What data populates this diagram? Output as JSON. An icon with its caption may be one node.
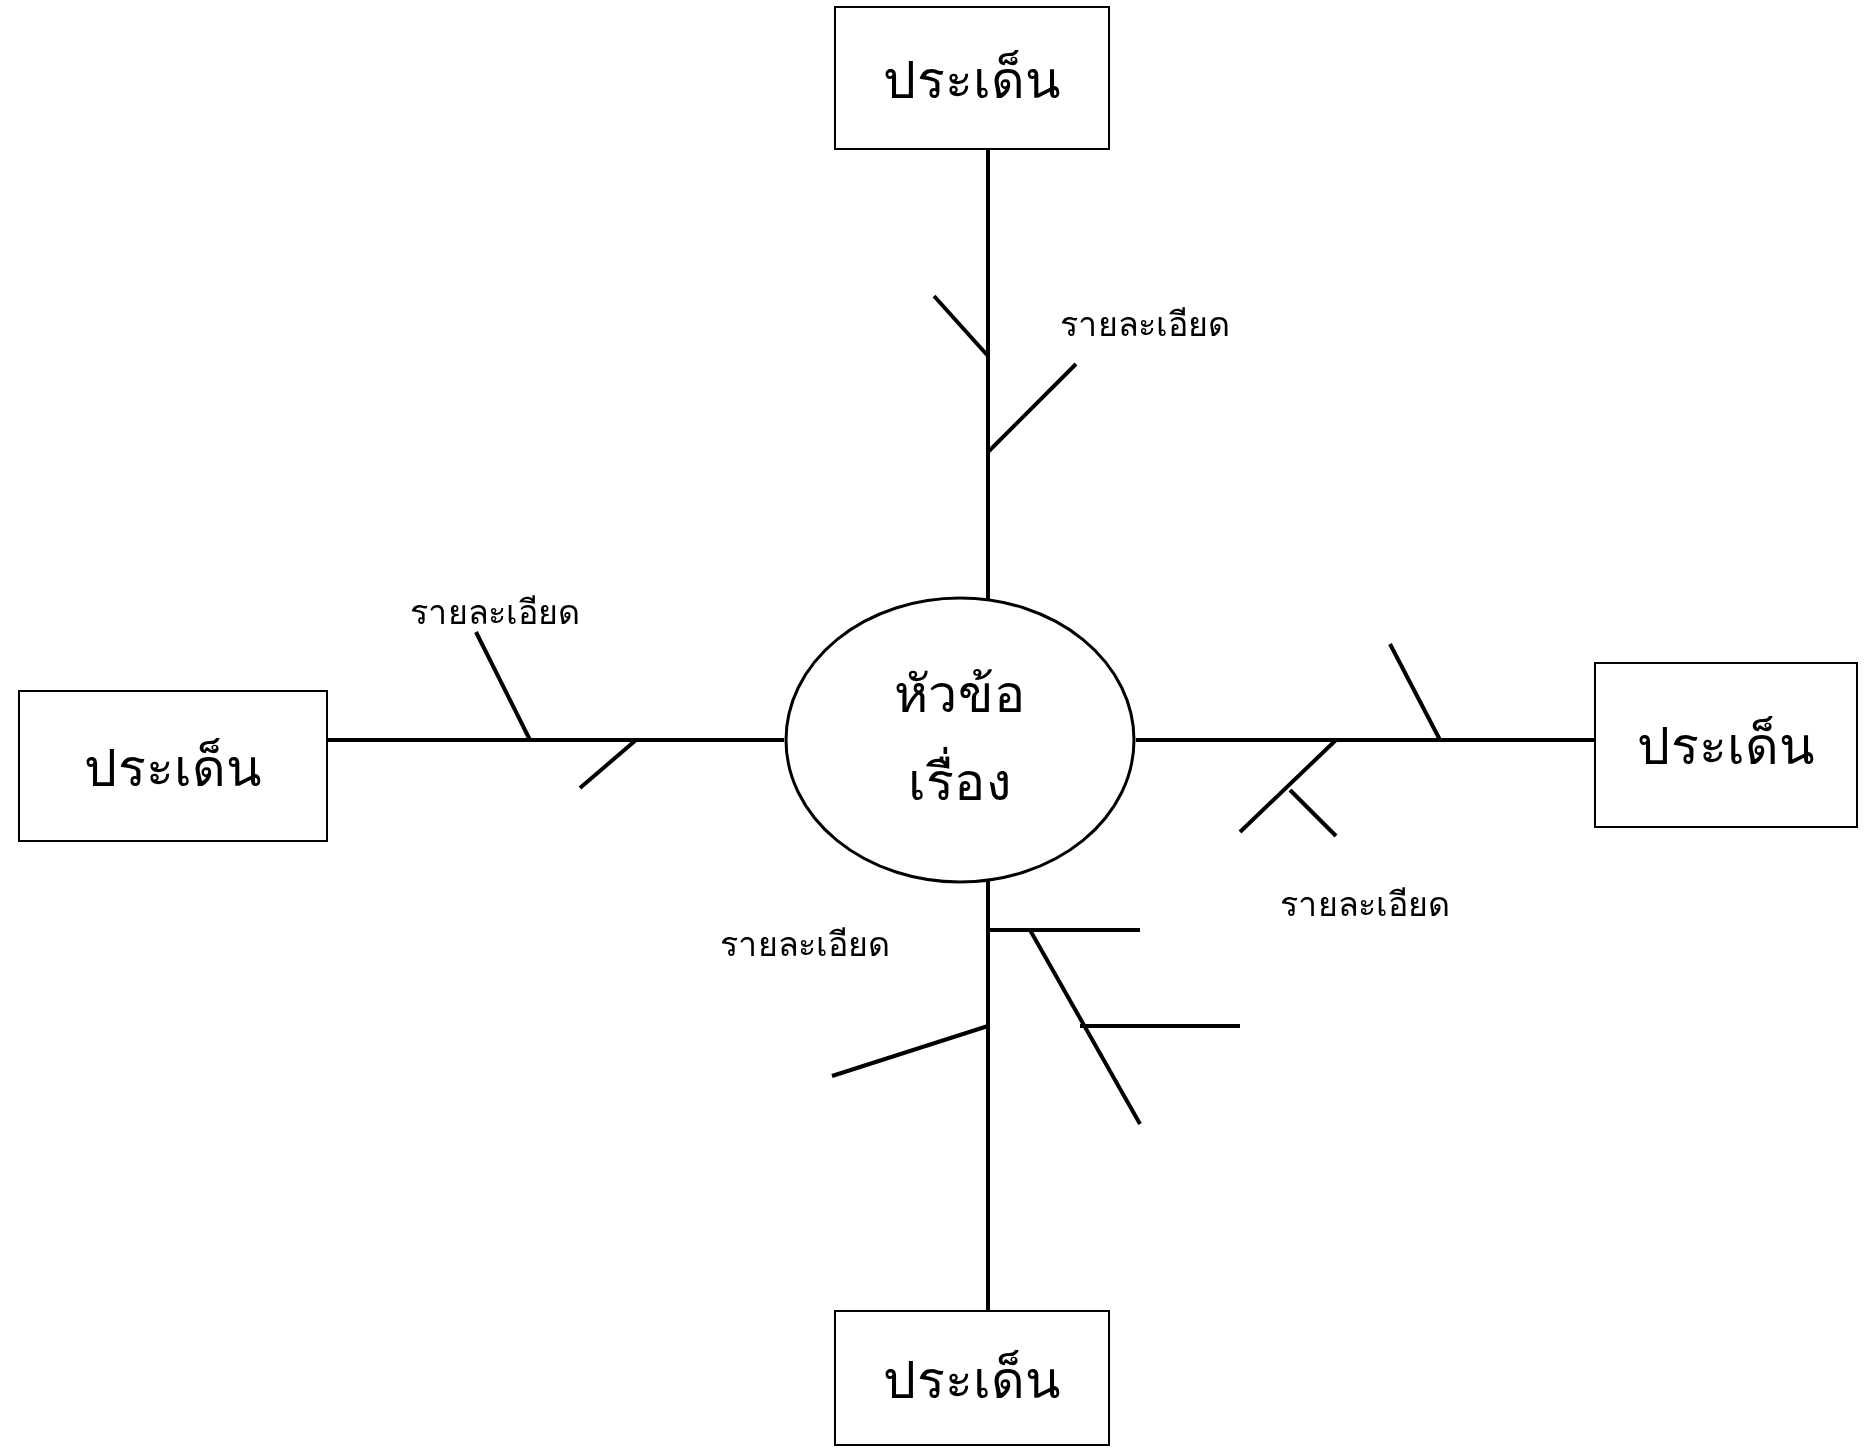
{
  "diagram": {
    "nodes": [
      {
        "text": [
          "ประเด็น"
        ]
      },
      {
        "text": [
          "ประเด็น"
        ]
      },
      {
        "text": [
          "หัวข้อเรื่อง"
        ]
      },
      {
        "text": [
          "ประเด็น"
        ]
      },
      {
        "text": [
          "ประเด็น"
        ]
      }
    ],
    "edges": [
      {
        "from": 2,
        "to": 0,
        "arrow": "none"
      },
      {
        "from": 2,
        "to": 1,
        "arrow": "none"
      },
      {
        "from": 2,
        "to": 3,
        "arrow": "none"
      },
      {
        "from": 2,
        "to": 4,
        "arrow": "none"
      }
    ],
    "labels": [
      "รายละเอียด",
      "รายละเอียด",
      "รายละเอียด",
      "รายละเอียด"
    ]
  }
}
